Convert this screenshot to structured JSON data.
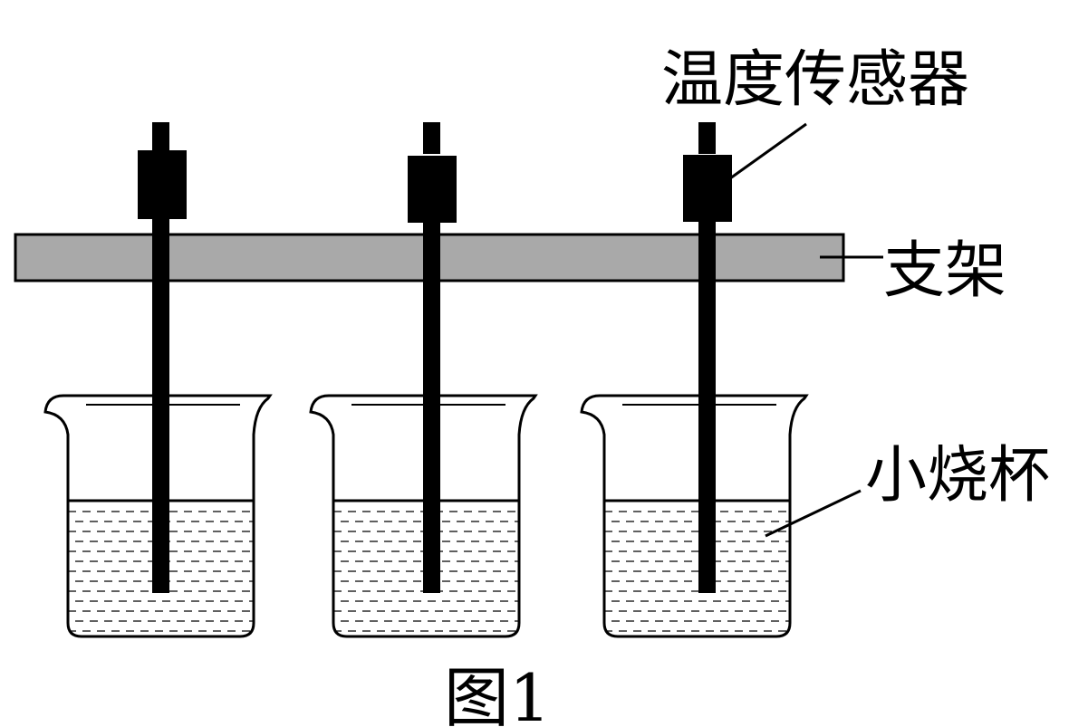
{
  "labels": {
    "sensor": "温度传感器",
    "stand": "支架",
    "beaker": "小烧杯",
    "caption": "图1"
  },
  "colors": {
    "ink": "#000000",
    "stand_fill": "#a9a9a9",
    "background": "#ffffff"
  },
  "beaker_count": 3,
  "liquid_level_fraction": 0.56
}
